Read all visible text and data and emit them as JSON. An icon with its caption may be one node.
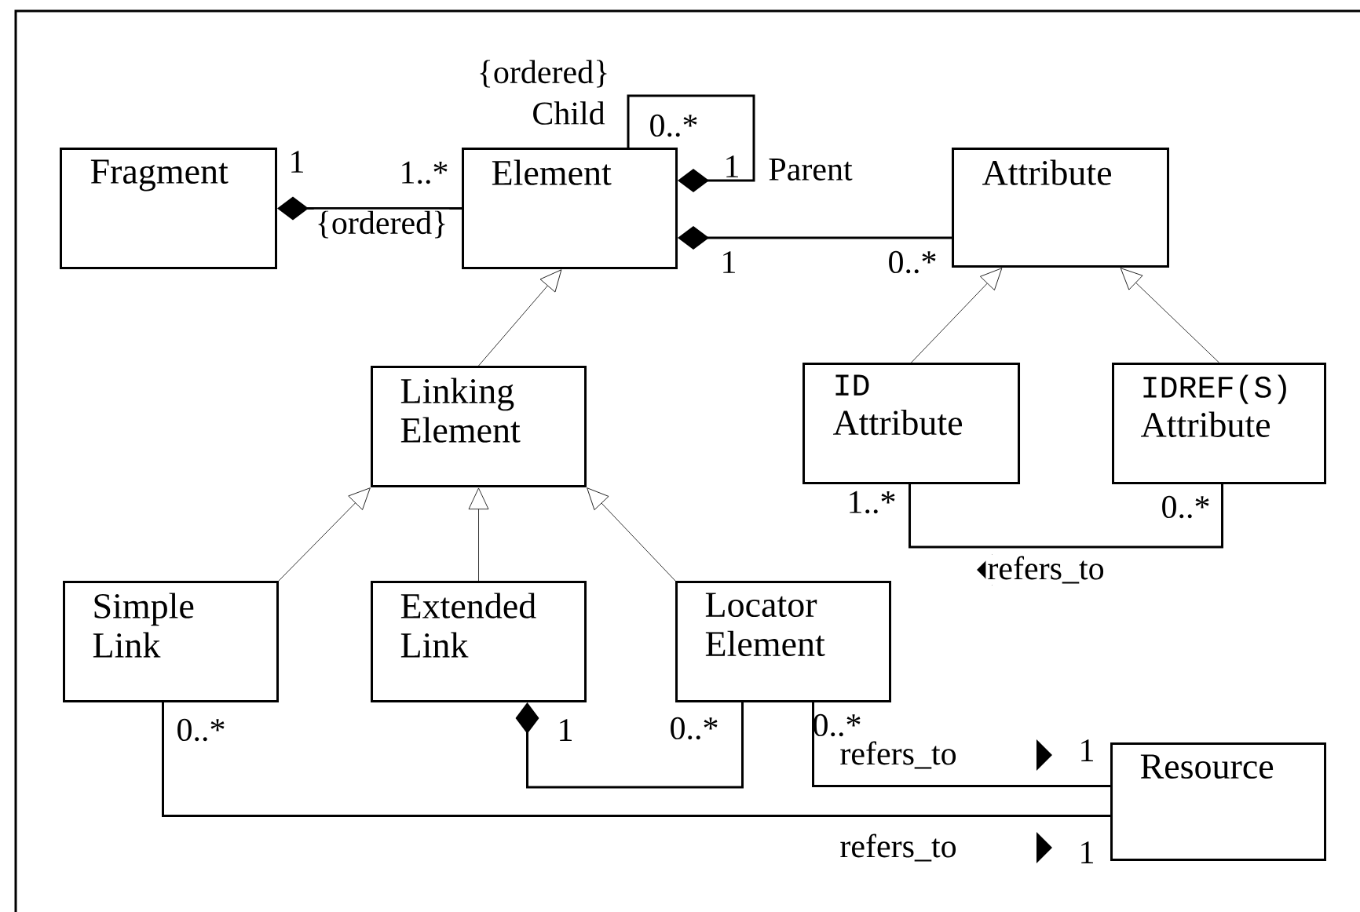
{
  "diagram": {
    "nodes": [
      {
        "text": [
          "Fragment"
        ]
      },
      {
        "text": [
          "Element"
        ]
      },
      {
        "text": [
          "Attribute"
        ]
      },
      {
        "text": [
          "Linking Element"
        ]
      },
      {
        "text": [
          "ID",
          "Attribute"
        ]
      },
      {
        "text": [
          "IDREF(S)",
          "Attribute"
        ]
      },
      {
        "text": [
          "Simple Link"
        ]
      },
      {
        "text": [
          "Extended Link"
        ]
      },
      {
        "text": [
          "Locator Element"
        ]
      },
      {
        "text": [
          "Resource"
        ]
      }
    ],
    "edges": [
      {
        "from": 0,
        "to": 1,
        "arrow": "other",
        "label": "{ordered}"
      },
      {
        "from": 1,
        "to": 1,
        "arrow": "other"
      },
      {
        "from": 1,
        "to": 2,
        "arrow": "other"
      },
      {
        "from": 3,
        "to": 1,
        "arrow": "to"
      },
      {
        "from": 4,
        "to": 2,
        "arrow": "to"
      },
      {
        "from": 5,
        "to": 2,
        "arrow": "to"
      },
      {
        "from": 6,
        "to": 3,
        "arrow": "to"
      },
      {
        "from": 7,
        "to": 3,
        "arrow": "to"
      },
      {
        "from": 8,
        "to": 3,
        "arrow": "to"
      },
      {
        "from": 4,
        "to": 5,
        "arrow": "none",
        "label": "refers_to"
      },
      {
        "from": 7,
        "to": 8,
        "arrow": "other"
      },
      {
        "from": 8,
        "to": 9,
        "arrow": "none",
        "label": "refers_to"
      },
      {
        "from": 6,
        "to": 9,
        "arrow": "none",
        "label": "refers_to"
      }
    ],
    "labels": [
      "{ordered}",
      "Child",
      "0..*",
      "1",
      "1..*",
      "1",
      "Parent",
      "1",
      "0..*",
      "1..*",
      "0..*",
      "0..*",
      "1",
      "0..*",
      "0..*",
      "1",
      "1"
    ]
  }
}
